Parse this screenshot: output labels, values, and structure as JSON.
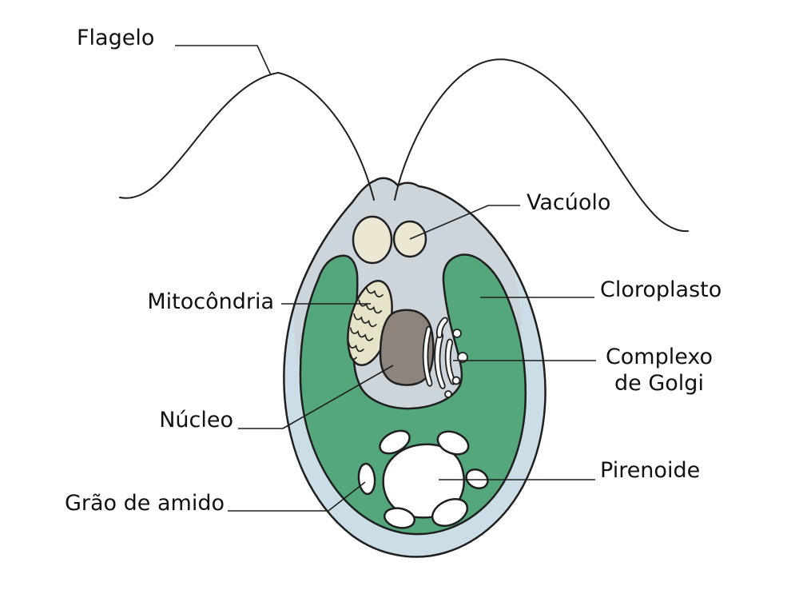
{
  "labels": {
    "flagelo": "Flagelo",
    "vacuolo": "Vacúolo",
    "mitocondria": "Mitocôndria",
    "cloroplasto": "Cloroplasto",
    "complexo_de_golgi_line1": "Complexo",
    "complexo_de_golgi_line2": "de Golgi",
    "nucleo": "Núcleo",
    "pirenoide": "Pirenoide",
    "grao_de_amido": "Grão de amido"
  },
  "colors": {
    "background": "#ffffff",
    "outline": "#1f1f1f",
    "label_text": "#111111",
    "cell_wall": "#cbdde6",
    "cytoplasm": "#ccd4dc",
    "chloroplast": "#54a67b",
    "vacuole": "#ebe7d3",
    "mitochondrion": "#e7e3c9",
    "nucleus": "#8d857d",
    "organelle_white": "#ffffff"
  }
}
